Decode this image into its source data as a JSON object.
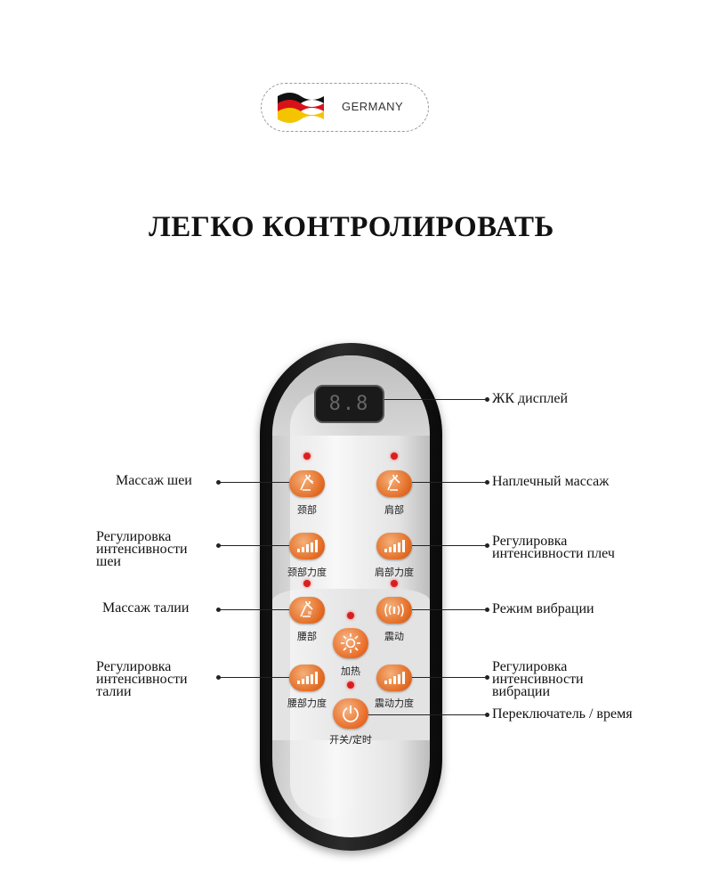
{
  "badge": {
    "text": "GERMANY"
  },
  "headline": "ЛЕГКО КОНТРОЛИРОВАТЬ",
  "remote": {
    "lcd": "8.8",
    "buttons": {
      "neck": "颈部",
      "shoulder": "肩部",
      "neck_intensity": "颈部力度",
      "shoulder_intensity": "肩部力度",
      "waist": "腰部",
      "vibration": "震动",
      "heat": "加热",
      "waist_intensity": "腰部力度",
      "vibration_intensity": "震动力度",
      "power": "开关/定时"
    }
  },
  "callouts": {
    "lcd": "ЖК дисплей",
    "neck": "Массаж шеи",
    "shoulder": "Наплечный массаж",
    "neck_intensity": "Регулировка\nинтенсивности\nшеи",
    "shoulder_intensity": "Регулировка\nинтенсивности плеч",
    "waist": "Массаж талии",
    "vibration": "Режим вибрации",
    "waist_intensity": "Регулировка\nинтенсивности\nталии",
    "vibration_intensity": "Регулировка\nинтенсивности\nвибрации",
    "power": "Переключатель / время"
  },
  "colors": {
    "button_orange": "#e26a22",
    "led_red": "#d81f1f",
    "remote_black": "#111111"
  }
}
